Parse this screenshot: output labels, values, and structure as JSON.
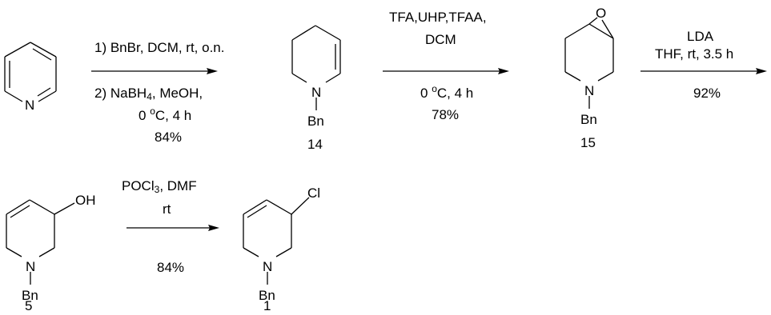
{
  "compounds": {
    "pyridine": {
      "atom": "N"
    },
    "c14": {
      "atom": "N",
      "substituent": "Bn",
      "number": "14"
    },
    "c15": {
      "atom": "N",
      "substituent": "Bn",
      "epoxide_atom": "O",
      "number": "15"
    },
    "c5": {
      "atom": "N",
      "substituent": "Bn",
      "group": "OH",
      "number": "5"
    },
    "c1": {
      "atom": "N",
      "substituent": "Bn",
      "group": "Cl",
      "number": "1"
    }
  },
  "steps": {
    "step1": {
      "line1": "1) BnBr, DCM, rt, o.n.",
      "line2_prefix": "2) NaBH",
      "line2_sub": "4",
      "line2_suffix": ", MeOH,",
      "line3_prefix": "0 ",
      "line3_sup": "o",
      "line3_suffix": "C, 4 h",
      "yield": "84%"
    },
    "step2": {
      "line1": "TFA,UHP,TFAA,",
      "line2": "DCM",
      "line3_prefix": "0 ",
      "line3_sup": "o",
      "line3_suffix": "C, 4 h",
      "yield": "78%"
    },
    "step3": {
      "line1": "LDA",
      "line2": "THF, rt, 3.5 h",
      "yield": "92%"
    },
    "step4": {
      "line1_prefix": "POCl",
      "line1_sub": "3",
      "line1_suffix": ", DMF",
      "line2": "rt",
      "yield": "84%"
    }
  }
}
